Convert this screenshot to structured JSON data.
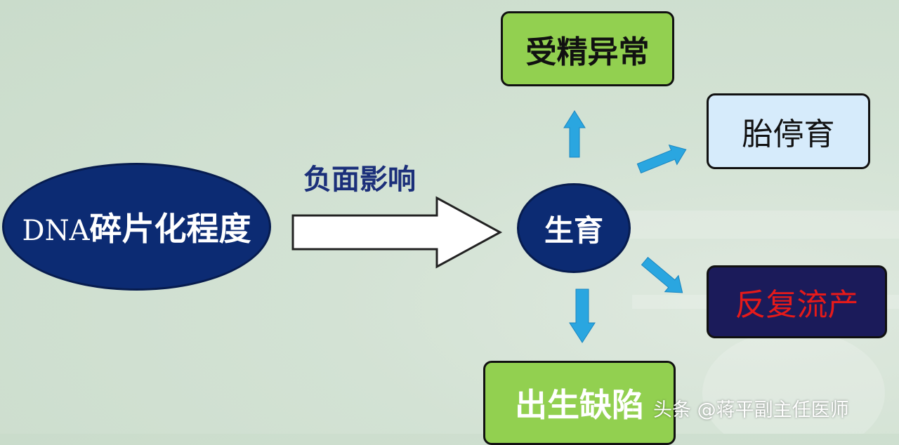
{
  "main_node": {
    "prefix": "DNA",
    "label": "碎片化程度"
  },
  "edge_label": "负面影响",
  "center_node": "生育",
  "outcomes": {
    "top": "受精异常",
    "right_upper": "胎停育",
    "right_lower": "反复流产",
    "bottom": "出生缺陷"
  },
  "watermark": "头条 @蒋平副主任医师",
  "colors": {
    "dark_blue": "#0c2b73",
    "green": "#92d050",
    "light_blue": "#d6ebfb",
    "red_text": "#e51a1a",
    "arrow_cyan": "#2aa6e0"
  }
}
